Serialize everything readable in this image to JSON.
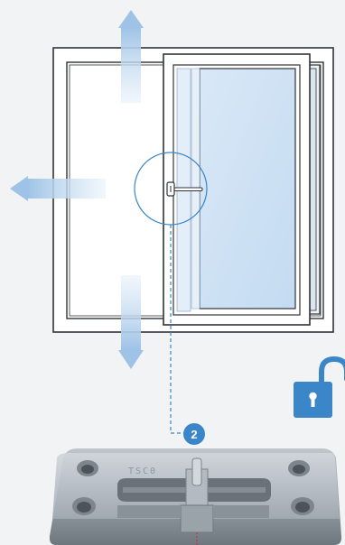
{
  "diagram": {
    "step_marker": "2",
    "hardware_engraving": "TSC0",
    "arrows": [
      "up",
      "left",
      "down"
    ],
    "lock_state": "unlocked",
    "colors": {
      "background": "#f2f3f5",
      "frame_stroke": "#2f3237",
      "glass": "#cfe2f4",
      "arrow": "#b8d3ee",
      "accent": "#3a86c8",
      "hardware": "#9aa2aa"
    }
  }
}
